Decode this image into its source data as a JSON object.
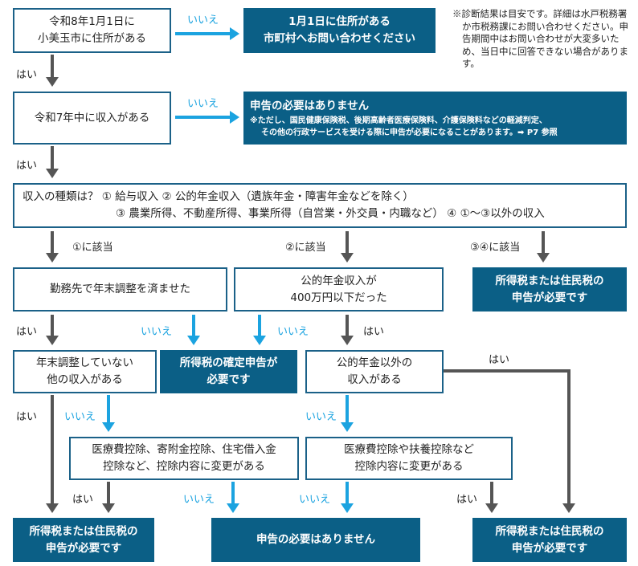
{
  "q1": [
    "令和8年1月1日に",
    "小美玉市に住所がある"
  ],
  "r1": [
    "1月1日に住所がある",
    "市町村へお問い合わせください"
  ],
  "note": "※診断結果は目安です。詳細は水戸税務署か市税務課にお問い合わせください。申告期間中はお問い合わせが大変多いため、当日中に回答できない場合があります。",
  "q2": "令和7年中に収入がある",
  "r2": {
    "title": "申告の必要はありません",
    "sub1": "※ただし、国民健康保険税、後期高齢者医療保険料、介護保険料などの軽減判定、",
    "sub2": "その他の行政サービスを受ける際に申告が必要になることがあります。➡ P7 参照"
  },
  "q3": [
    "収入の種類は？ ① 給与収入 ② 公的年金収入（遺族年金・障害年金などを除く）",
    "③ 農業所得、不動産所得、事業所得（自営業・外交員・内職など） ④ ①〜③以外の収入"
  ],
  "c1": "①に該当",
  "c2": "②に該当",
  "c34": "③④に該当",
  "q4": "勤務先で年末調整を済ませた",
  "q5": [
    "公的年金収入が",
    "400万円以下だった"
  ],
  "rNeed": [
    "所得税または住民税の",
    "申告が必要です"
  ],
  "q7": [
    "年末調整していない",
    "他の収入がある"
  ],
  "r8": [
    "所得税の確定申告が",
    "必要です"
  ],
  "q9": [
    "公的年金以外の",
    "収入がある"
  ],
  "q10": [
    "医療費控除、寄附金控除、住宅借入金",
    "控除など、控除内容に変更がある"
  ],
  "q11": [
    "医療費控除や扶養控除など",
    "控除内容に変更がある"
  ],
  "rNone": "申告の必要はありません",
  "yes": "はい",
  "no": "いいえ",
  "colors": {
    "dark": "#0b5f86",
    "blue_arrow": "#1ba3e0",
    "gray_arrow": "#555555"
  }
}
